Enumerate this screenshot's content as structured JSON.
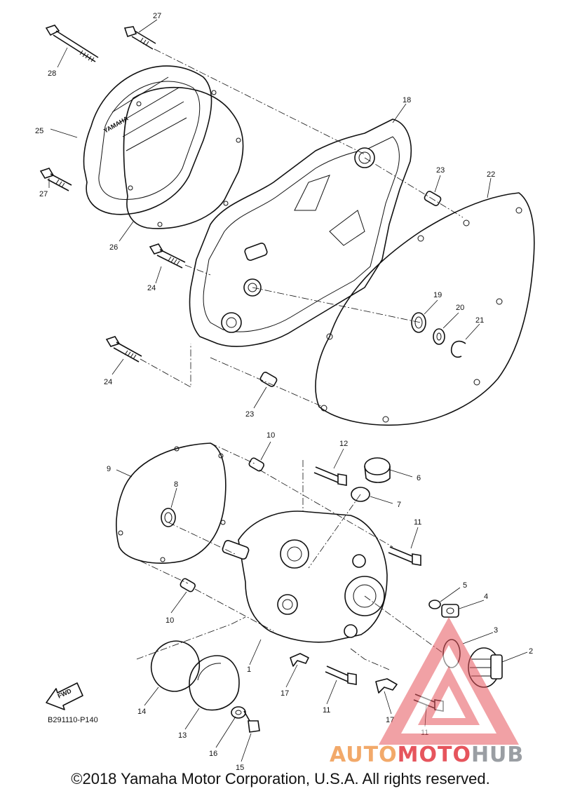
{
  "diagram": {
    "code": "B291110-P140",
    "fwd_label": "FWD",
    "callouts": [
      {
        "id": "c27a",
        "label": "27"
      },
      {
        "id": "c28",
        "label": "28"
      },
      {
        "id": "c25",
        "label": "25"
      },
      {
        "id": "c27b",
        "label": "27"
      },
      {
        "id": "c26",
        "label": "26"
      },
      {
        "id": "c18",
        "label": "18"
      },
      {
        "id": "c23a",
        "label": "23"
      },
      {
        "id": "c22",
        "label": "22"
      },
      {
        "id": "c24a",
        "label": "24"
      },
      {
        "id": "c19",
        "label": "19"
      },
      {
        "id": "c20",
        "label": "20"
      },
      {
        "id": "c21",
        "label": "21"
      },
      {
        "id": "c24b",
        "label": "24"
      },
      {
        "id": "c23b",
        "label": "23"
      },
      {
        "id": "c10a",
        "label": "10"
      },
      {
        "id": "c12",
        "label": "12"
      },
      {
        "id": "c9",
        "label": "9"
      },
      {
        "id": "c6",
        "label": "6"
      },
      {
        "id": "c8",
        "label": "8"
      },
      {
        "id": "c7",
        "label": "7"
      },
      {
        "id": "c11a",
        "label": "11"
      },
      {
        "id": "c5",
        "label": "5"
      },
      {
        "id": "c4",
        "label": "4"
      },
      {
        "id": "c3",
        "label": "3"
      },
      {
        "id": "c10b",
        "label": "10"
      },
      {
        "id": "c2",
        "label": "2"
      },
      {
        "id": "c1",
        "label": "1"
      },
      {
        "id": "c17a",
        "label": "17"
      },
      {
        "id": "c11b",
        "label": "11"
      },
      {
        "id": "c14",
        "label": "14"
      },
      {
        "id": "c13",
        "label": "13"
      },
      {
        "id": "c17b",
        "label": "17"
      },
      {
        "id": "c11c",
        "label": "11"
      },
      {
        "id": "c16",
        "label": "16"
      },
      {
        "id": "c15",
        "label": "15"
      }
    ]
  },
  "watermark": {
    "part_a": "AUTO",
    "part_b": "MOTO",
    "part_c": "HUB",
    "colors": {
      "auto": "#f2a96a",
      "moto": "#e6555d",
      "hub": "#9a9ea3",
      "triangle": "#e6555d"
    }
  },
  "footer": {
    "copyright": "©2018 Yamaha Motor Corporation, U.S.A. All rights reserved."
  }
}
